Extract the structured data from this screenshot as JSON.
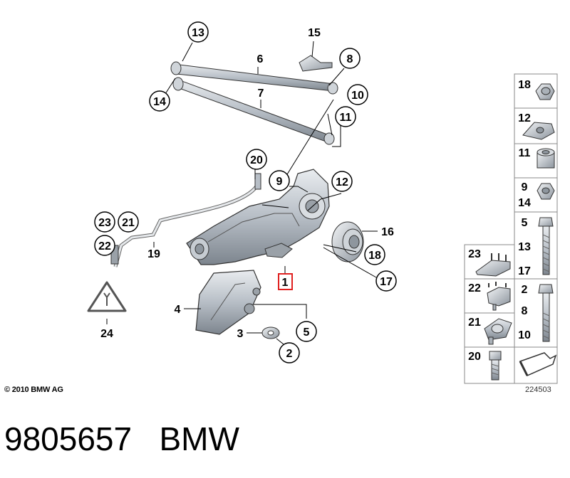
{
  "diagram": {
    "callouts": [
      "13",
      "15",
      "6",
      "8",
      "14",
      "7",
      "10",
      "11",
      "20",
      "9",
      "12",
      "23",
      "21",
      "16",
      "22",
      "19",
      "18",
      "1",
      "17",
      "4",
      "3",
      "5",
      "2",
      "24"
    ],
    "side_panel": [
      {
        "label": "18"
      },
      {
        "label": "12"
      },
      {
        "label": "11"
      },
      {
        "label": "9",
        "label2": "14"
      },
      {
        "label": "5",
        "label2": "13",
        "label3": "17"
      },
      {
        "label": "2",
        "label2": "8",
        "label3": "10"
      },
      {
        "label": "20"
      }
    ],
    "side_left": [
      {
        "label": "23"
      },
      {
        "label": "22"
      },
      {
        "label": "21"
      }
    ],
    "highlighted_callout": "1",
    "highlight_color": "#e0201f"
  },
  "footer": {
    "copyright": "© 2010 BMW AG",
    "diagram_number": "224503",
    "part_number": "9805657",
    "brand": "BMW"
  }
}
